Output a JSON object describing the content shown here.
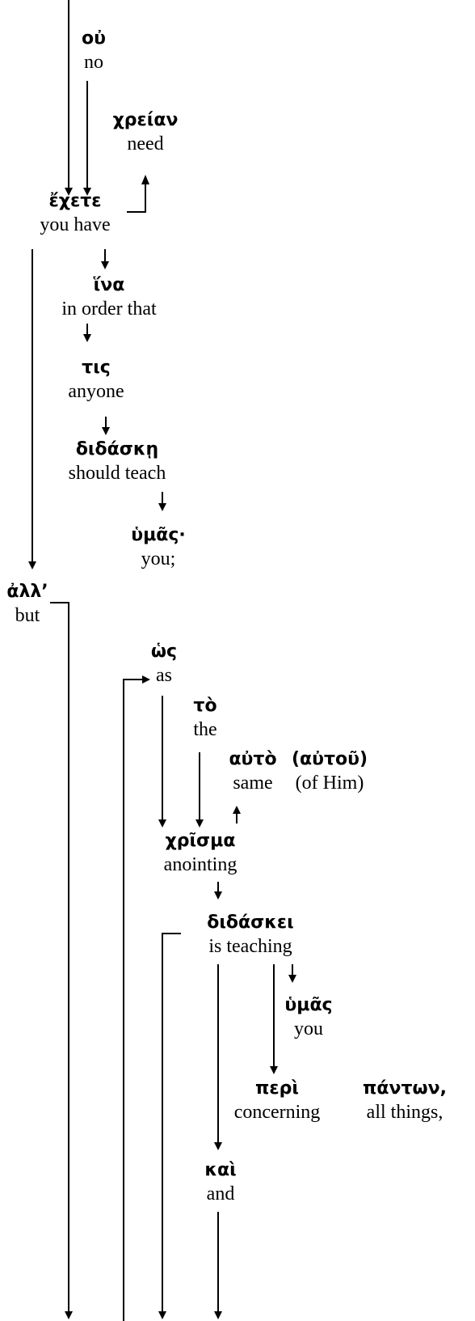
{
  "words": [
    {
      "id": "ou",
      "greek": "οὐ",
      "gloss": "no"
    },
    {
      "id": "chreian",
      "greek": "χρείαν",
      "gloss": "need"
    },
    {
      "id": "echete",
      "greek": "ἔχετε",
      "gloss": "you have"
    },
    {
      "id": "hina",
      "greek": "ἵνα",
      "gloss": "in order that"
    },
    {
      "id": "tis",
      "greek": "τις",
      "gloss": "anyone"
    },
    {
      "id": "didaske",
      "greek": "διδάσκῃ",
      "gloss": "should teach"
    },
    {
      "id": "hymas1",
      "greek": "ὑμᾶς·",
      "gloss": "you;"
    },
    {
      "id": "all",
      "greek": "ἀλλ’",
      "gloss": "but"
    },
    {
      "id": "hos",
      "greek": "ὡς",
      "gloss": "as"
    },
    {
      "id": "to",
      "greek": "τὸ",
      "gloss": "the"
    },
    {
      "id": "auto",
      "greek": "αὐτὸ",
      "gloss": "same"
    },
    {
      "id": "autou",
      "greek": "(αὐτοῦ)",
      "gloss": "(of Him)"
    },
    {
      "id": "chrisma",
      "greek": "χρῖσμα",
      "gloss": "anointing"
    },
    {
      "id": "didaskei",
      "greek": "διδάσκει",
      "gloss": "is teaching"
    },
    {
      "id": "hymas2",
      "greek": "ὑμᾶς",
      "gloss": "you"
    },
    {
      "id": "peri",
      "greek": "περὶ",
      "gloss": "concerning"
    },
    {
      "id": "panton",
      "greek": "πάντων,",
      "gloss": "all things,"
    },
    {
      "id": "kai",
      "greek": "καὶ",
      "gloss": "and"
    }
  ]
}
